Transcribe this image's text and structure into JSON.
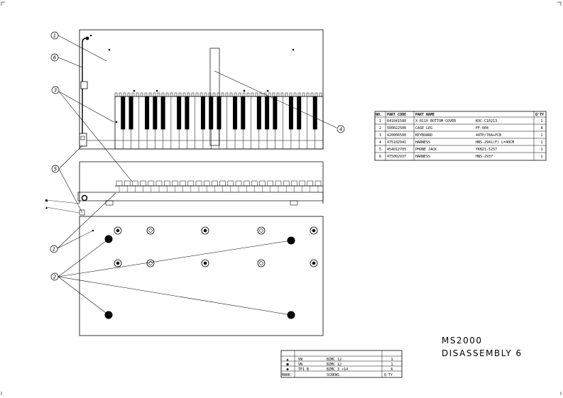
{
  "model": "MS2000",
  "sheet_title": "DISASSEMBLY 6",
  "balloons": [
    "1",
    "6",
    "3",
    "4",
    "5",
    "1",
    "2"
  ],
  "side_marks": [
    "■",
    "▲"
  ],
  "parts_table": {
    "headers": [
      "NO.",
      "PART CODE",
      "PART NAME",
      "",
      "Q'TY"
    ],
    "rows": [
      [
        "1",
        "641041580",
        "X-8110 BOTTOM COVER",
        "KOC-C10213",
        "1"
      ],
      [
        "2",
        "500022500",
        "CASE LEG",
        "FF-004",
        "4"
      ],
      [
        "3",
        "420006500",
        "KEYBOARD",
        "44TP/78A+PCB",
        "1"
      ],
      [
        "4",
        "475102941",
        "HARNESS",
        "HNS-2941(F) L=40CM",
        "1"
      ],
      [
        "5",
        "454012705",
        "PHONE JACK",
        "YKB21-5257",
        "1"
      ],
      [
        "6",
        "475002937",
        "HARNESS",
        "HNS-2937",
        "1"
      ]
    ]
  },
  "screws_table": {
    "rows": [
      [
        "▲",
        "VW",
        "BZMC 12",
        "1"
      ],
      [
        "■",
        "VN",
        "BZMC 12",
        "1"
      ],
      [
        "●",
        "TP1 B",
        "BZMC 3 ×14",
        "6"
      ]
    ],
    "footer": [
      "MARK",
      "SCREWS",
      "Q'TY"
    ]
  }
}
